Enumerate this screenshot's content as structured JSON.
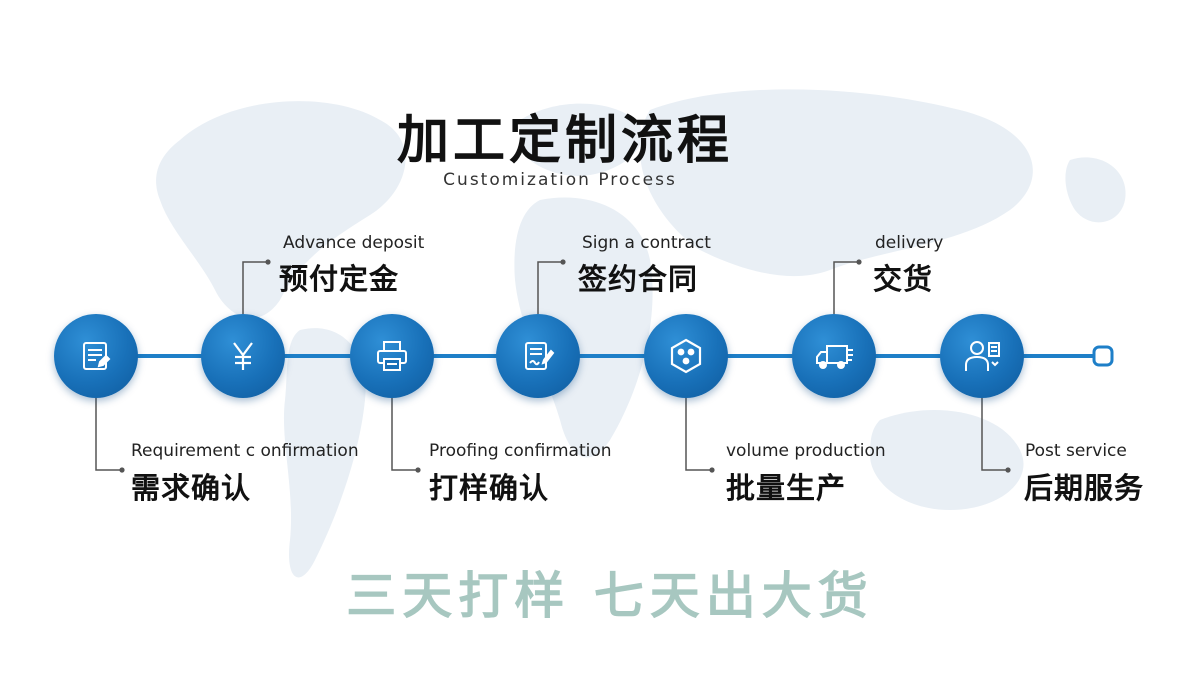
{
  "title": "加工定制流程",
  "subtitle": "Customization Process",
  "slogan": "三天打样  七天出大货",
  "colors": {
    "accent": "#1870b8",
    "line": "#1e7fc8",
    "slogan": "#a7c7c0"
  },
  "steps": [
    {
      "en": "Requirement  c onfirmation",
      "zh": "需求确认",
      "icon": "document-check-icon"
    },
    {
      "en": "Advance deposit",
      "zh": "预付定金",
      "icon": "yen-icon"
    },
    {
      "en": "Proofing confirmation",
      "zh": "打样确认",
      "icon": "printer-icon"
    },
    {
      "en": "Sign a contract",
      "zh": "签约合同",
      "icon": "contract-sign-icon"
    },
    {
      "en": "volume production",
      "zh": "批量生产",
      "icon": "production-hex-icon"
    },
    {
      "en": "delivery",
      "zh": "交货",
      "icon": "truck-icon"
    },
    {
      "en": "Post service",
      "zh": "后期服务",
      "icon": "service-person-icon"
    }
  ]
}
